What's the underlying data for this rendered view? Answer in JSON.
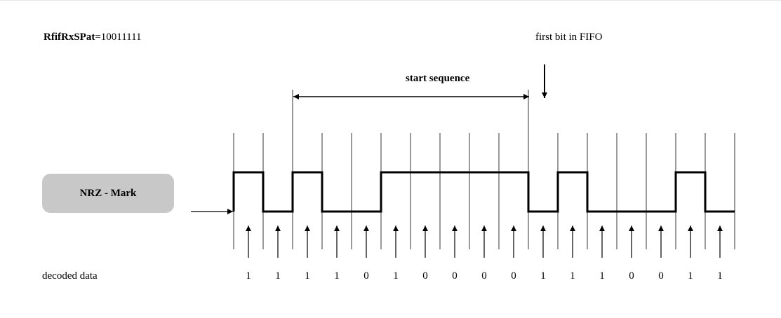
{
  "register": {
    "name": "RfifRxSPat",
    "value": "=10011111"
  },
  "labels": {
    "first_bit": "first bit in FIFO",
    "start_sequence": "start sequence",
    "encoding": "NRZ - Mark",
    "decoded_data": "decoded data"
  },
  "signal_levels": [
    1,
    0,
    1,
    0,
    0,
    1,
    1,
    1,
    1,
    1,
    0,
    1,
    0,
    0,
    0,
    1,
    0
  ],
  "decoded_bits": [
    "1",
    "1",
    "1",
    "1",
    "0",
    "1",
    "0",
    "0",
    "0",
    "0",
    "1",
    "1",
    "1",
    "0",
    "0",
    "1",
    "1"
  ],
  "start_sequence_bits": {
    "from": 2,
    "to": 9
  },
  "colors": {
    "line": "#000000",
    "badge": "#c8c8c8"
  }
}
